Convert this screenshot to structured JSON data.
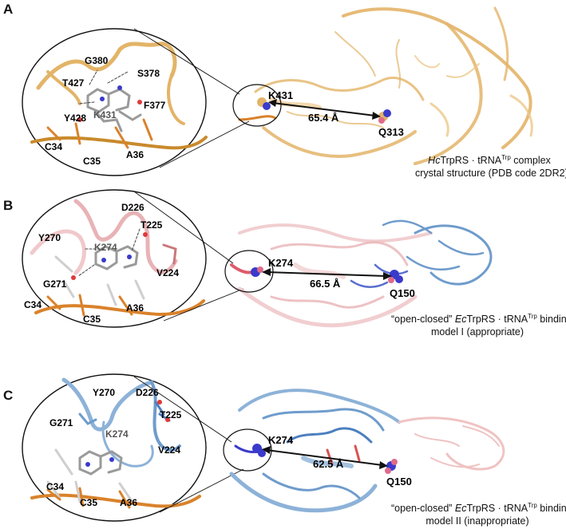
{
  "colors": {
    "panel_a": "#e3b468",
    "panel_a_dark": "#c98a2c",
    "panel_b_pink": "#e8b3b6",
    "panel_b_blue": "#6f9ccc",
    "panel_c_blue": "#6f9ccc",
    "panel_c_pink": "#f0c3c3",
    "rna_orange": "#d9822b",
    "sphere_blue": "#3a3acb",
    "sphere_pink": "#e06a8a"
  },
  "panels": [
    {
      "letter": "A",
      "inset_labels": [
        "G380",
        "T427",
        "S378",
        "F377",
        "Y428",
        "K431",
        "C34",
        "C35",
        "A36"
      ],
      "site_left": "K431",
      "site_right": "Q313",
      "distance": "65.4 Å",
      "caption_line1_italic": "Hc",
      "caption_line1_rest": "TrpRS · tRNA",
      "caption_line1_sup": "Trp",
      "caption_line1_end": " complex",
      "caption_line2": "crystal structure (PDB code 2DR2)"
    },
    {
      "letter": "B",
      "inset_labels": [
        "D226",
        "Y270",
        "T225",
        "K274",
        "V224",
        "G271",
        "C34",
        "C35",
        "A36"
      ],
      "site_left": "K274",
      "site_right": "Q150",
      "distance": "66.5 Å",
      "caption_line1_pre": "“open-closed” ",
      "caption_line1_italic": "Ec",
      "caption_line1_rest": "TrpRS · tRNA",
      "caption_line1_sup": "Trp",
      "caption_line1_end": " binding",
      "caption_line2": "model I (appropriate)"
    },
    {
      "letter": "C",
      "inset_labels": [
        "Y270",
        "D226",
        "T225",
        "G271",
        "K274",
        "V224",
        "C34",
        "C35",
        "A36"
      ],
      "site_left": "K274",
      "site_right": "Q150",
      "distance": "62.5 Å",
      "caption_line1_pre": "“open-closed” ",
      "caption_line1_italic": "Ec",
      "caption_line1_rest": "TrpRS · tRNA",
      "caption_line1_sup": "Trp",
      "caption_line1_end": " binding",
      "caption_line2": "model II (inappropriate)"
    }
  ]
}
